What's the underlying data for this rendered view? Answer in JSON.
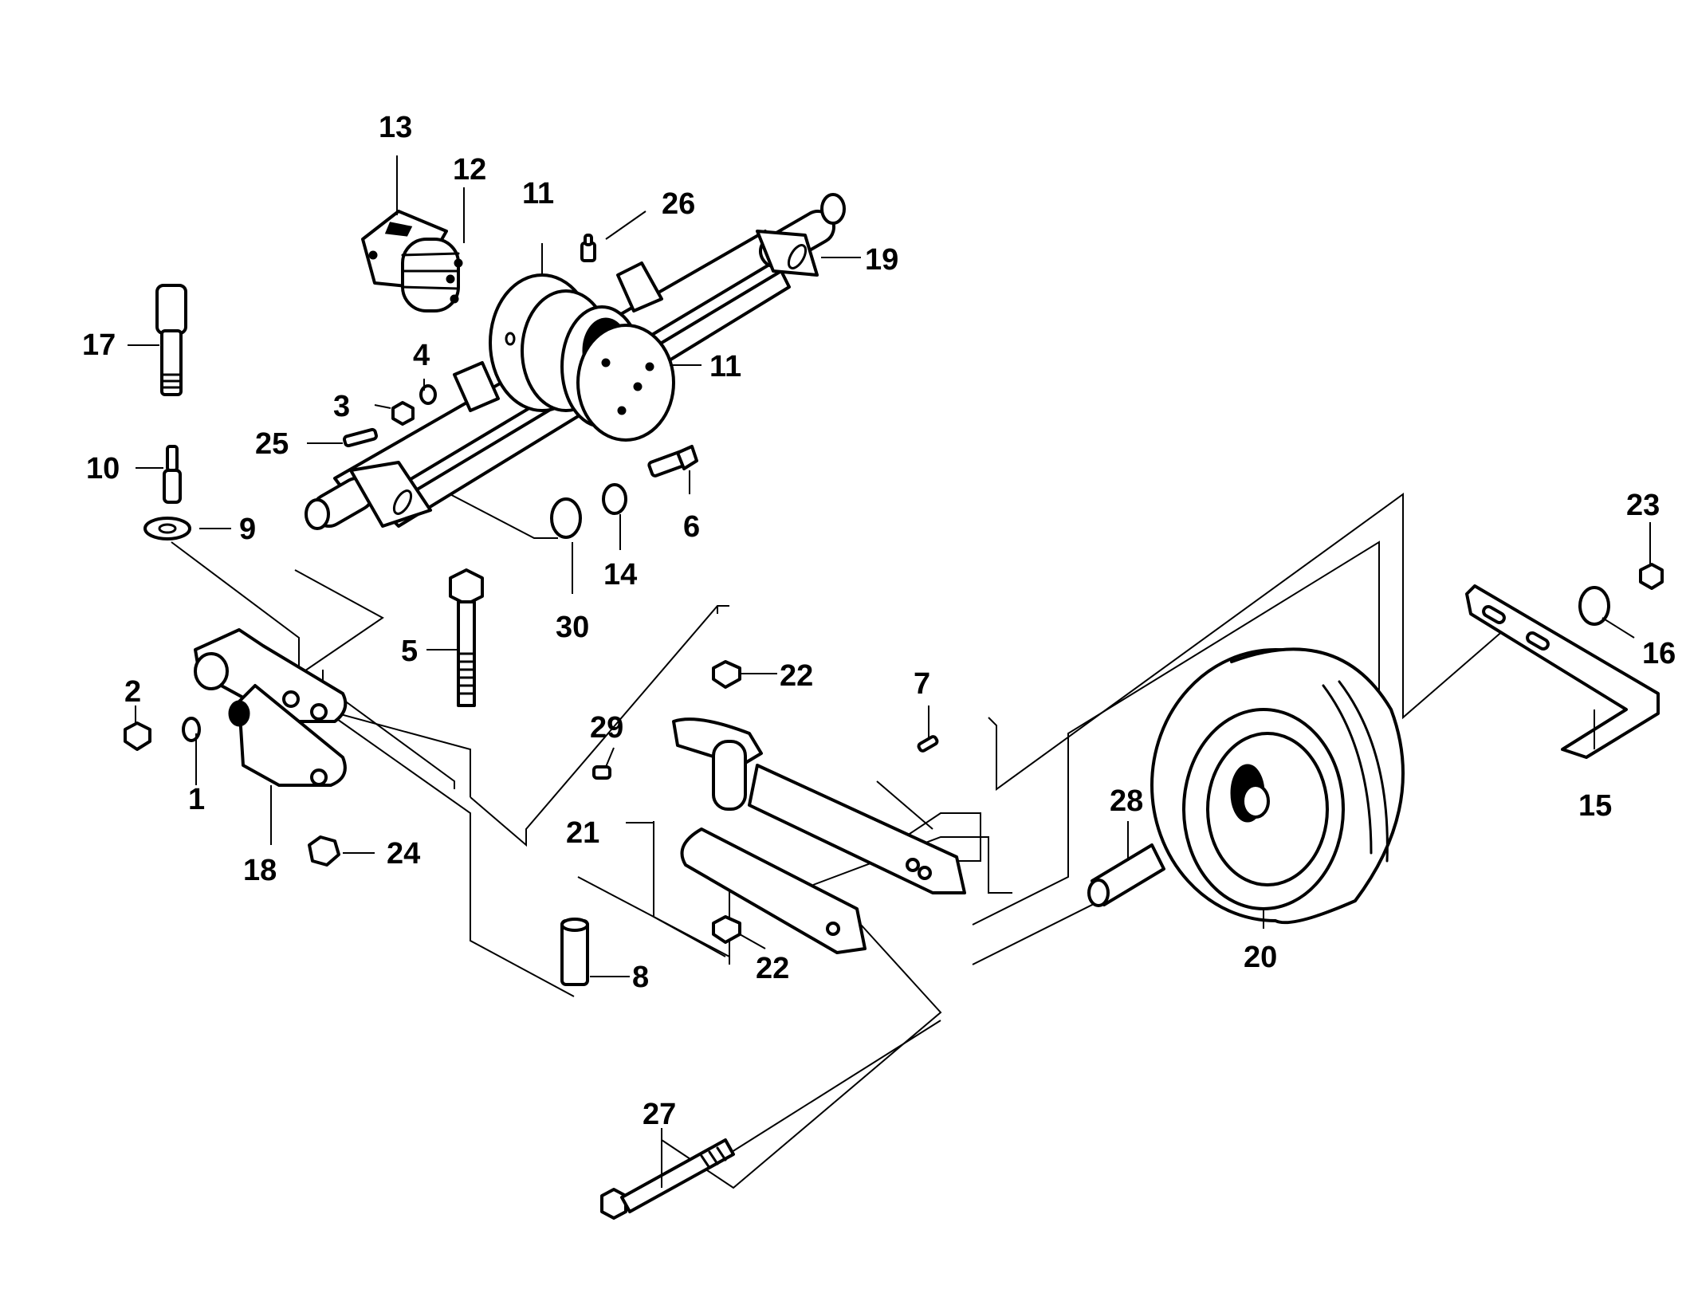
{
  "diagram": {
    "callouts": [
      {
        "id": "p1",
        "label": "1"
      },
      {
        "id": "p2",
        "label": "2"
      },
      {
        "id": "p3",
        "label": "3"
      },
      {
        "id": "p4",
        "label": "4"
      },
      {
        "id": "p5",
        "label": "5"
      },
      {
        "id": "p6",
        "label": "6"
      },
      {
        "id": "p7",
        "label": "7"
      },
      {
        "id": "p8",
        "label": "8"
      },
      {
        "id": "p9",
        "label": "9"
      },
      {
        "id": "p10",
        "label": "10"
      },
      {
        "id": "p11a",
        "label": "11"
      },
      {
        "id": "p11b",
        "label": "11"
      },
      {
        "id": "p12",
        "label": "12"
      },
      {
        "id": "p13",
        "label": "13"
      },
      {
        "id": "p14",
        "label": "14"
      },
      {
        "id": "p15",
        "label": "15"
      },
      {
        "id": "p16",
        "label": "16"
      },
      {
        "id": "p17",
        "label": "17"
      },
      {
        "id": "p18",
        "label": "18"
      },
      {
        "id": "p19",
        "label": "19"
      },
      {
        "id": "p20",
        "label": "20"
      },
      {
        "id": "p21",
        "label": "21"
      },
      {
        "id": "p22a",
        "label": "22"
      },
      {
        "id": "p22b",
        "label": "22"
      },
      {
        "id": "p23",
        "label": "23"
      },
      {
        "id": "p24",
        "label": "24"
      },
      {
        "id": "p25",
        "label": "25"
      },
      {
        "id": "p26",
        "label": "26"
      },
      {
        "id": "p27",
        "label": "27"
      },
      {
        "id": "p28",
        "label": "28"
      },
      {
        "id": "p29",
        "label": "29"
      },
      {
        "id": "p30",
        "label": "30"
      }
    ]
  }
}
